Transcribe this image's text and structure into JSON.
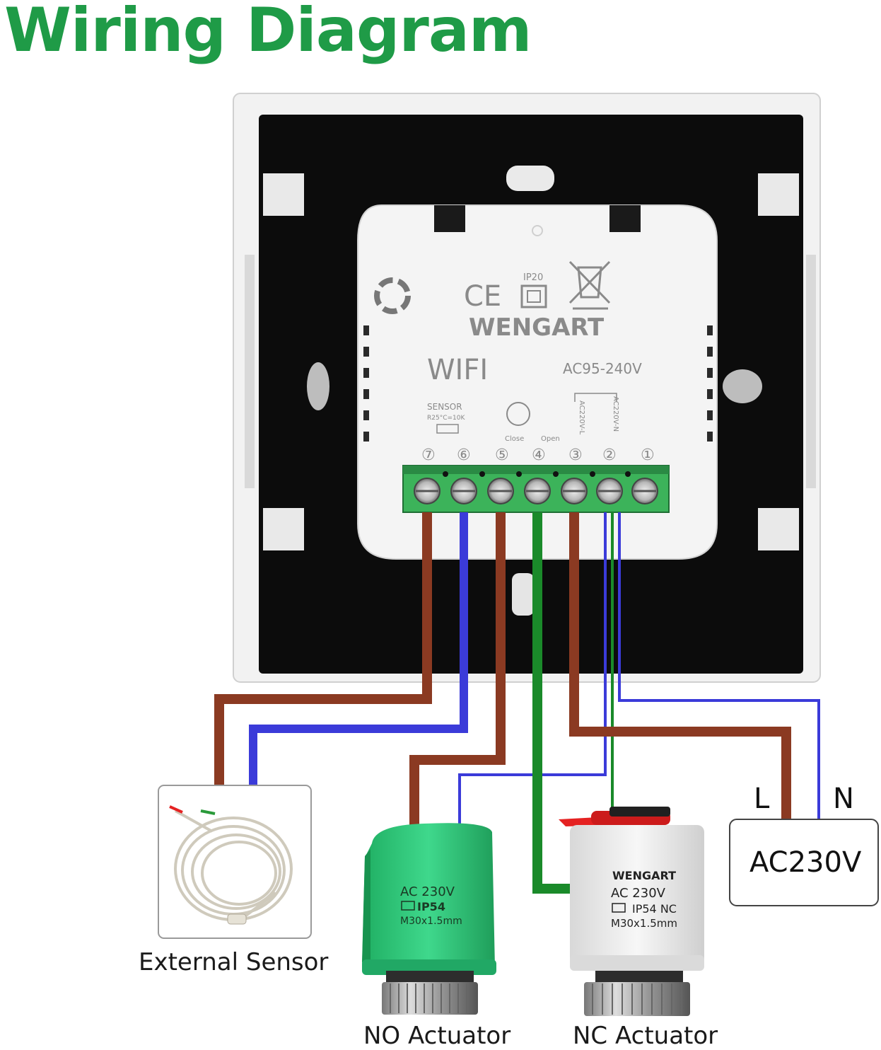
{
  "title": "Wiring Diagram",
  "device": {
    "brand": "WENGART",
    "mode": "WIFI",
    "voltage": "AC95-240V",
    "ip": "IP20",
    "sensor_label": "SENSOR",
    "sensor_spec": "R25°C=10K",
    "close_label": "Close",
    "open_label": "Open",
    "ac_l": "AC220V-L",
    "ac_n": "AC220V-N",
    "terminals": [
      "⑦",
      "⑥",
      "⑤",
      "④",
      "③",
      "②",
      "①"
    ]
  },
  "power": {
    "l_label": "L",
    "n_label": "N",
    "box_label": "AC230V"
  },
  "sensor": {
    "caption": "External Sensor"
  },
  "no_actuator": {
    "caption": "NO Actuator",
    "line1": "AC 230V",
    "line2": "IP54",
    "line3": "M30x1.5mm"
  },
  "nc_actuator": {
    "caption": "NC Actuator",
    "brand": "WENGART",
    "line1": "AC 230V",
    "line2": "IP54 NC",
    "line3": "M30x1.5mm"
  },
  "colors": {
    "title": "#1f9b47",
    "wire_brown": "#8b3a22",
    "wire_blue": "#3b3bd9",
    "wire_green": "#1a8a2a",
    "terminal_block": "#3cb35a",
    "no_actuator_body": "#2fc77a"
  }
}
